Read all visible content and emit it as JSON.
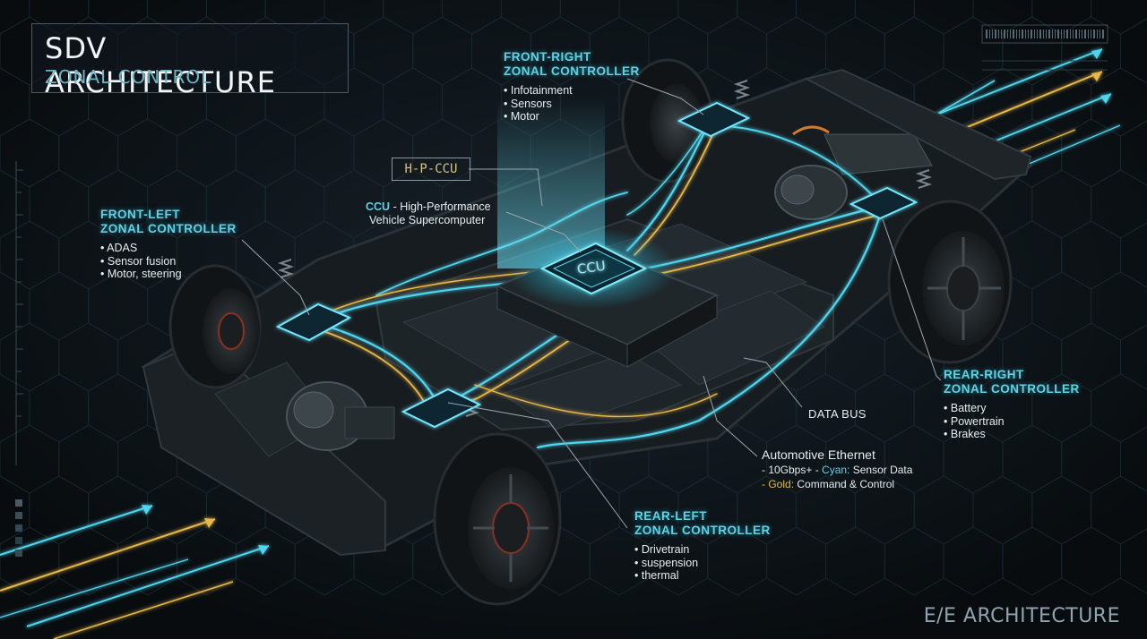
{
  "header": {
    "title": "SDV ARCHITECTURE",
    "subtitle": "ZONAL CONTROL"
  },
  "zones": {
    "front_left": {
      "title_1": "FRONT-LEFT",
      "title_2": "ZONAL CONTROLLER",
      "items": [
        "ADAS",
        "Sensor fusion",
        "Motor, steering"
      ]
    },
    "front_right": {
      "title_1": "FRONT-RIGHT",
      "title_2": "ZONAL CONTROLLER",
      "items": [
        "Infotainment",
        "Sensors",
        "Motor"
      ]
    },
    "rear_left": {
      "title_1": "REAR-LEFT",
      "title_2": "ZONAL CONTROLLER",
      "items": [
        "Drivetrain",
        "suspension",
        "thermal"
      ]
    },
    "rear_right": {
      "title_1": "REAR-RIGHT",
      "title_2": "ZONAL CONTROLLER",
      "items": [
        "Battery",
        "Powertrain",
        "Brakes"
      ]
    }
  },
  "ccu": {
    "box_label": "H-P-CCU",
    "chip_label": "CCU",
    "desc_prefix": "CCU",
    "desc_line1": " - High-Performance",
    "desc_line2": "Vehicle Supercomputer"
  },
  "bus": {
    "data_bus": "DATA BUS",
    "ethernet_title": "Automotive Ethernet",
    "eth_speed": "- 10Gbps+ - ",
    "eth_cyan": "Cyan:",
    "eth_cyan_desc": " Sensor Data",
    "eth_gold_prefix": "- ",
    "eth_gold": "Gold:",
    "eth_gold_desc": " Command & Control"
  },
  "footer": {
    "label": "E/E ARCHITECTURE"
  },
  "colors": {
    "background": "#0b1014",
    "cyan": "#5fd3e6",
    "gold": "#e8b84a",
    "chassis": "#1c2226",
    "tire": "#111416"
  },
  "icons": [
    "chip-icon",
    "zonal-controller-icon",
    "wheel-icon",
    "motor-icon",
    "battery-icon",
    "arrow-icon"
  ]
}
